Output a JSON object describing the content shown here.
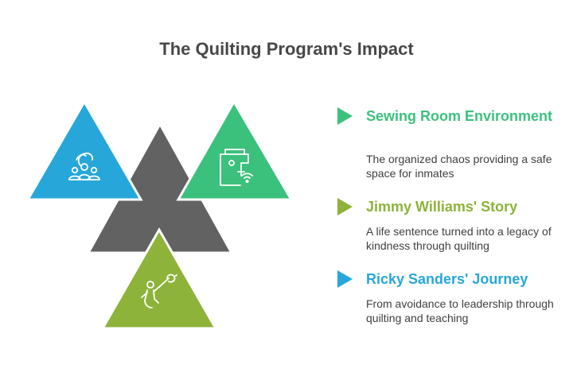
{
  "title": "The Quilting Program's Impact",
  "colors": {
    "blue": "#27a7d9",
    "green": "#3cc17d",
    "olive": "#8db33a",
    "gray": "#626262"
  },
  "icons": {
    "blue_triangle": "group-people-icon",
    "green_triangle": "sewing-machine-icon",
    "olive_triangle": "traveler-bindle-icon"
  },
  "items": [
    {
      "heading": "Sewing Room Environment",
      "description": "The organized chaos providing a safe space for inmates",
      "color": "#3cc17d"
    },
    {
      "heading": "Jimmy Williams' Story",
      "description": "A life sentence turned into a legacy of kindness through quilting",
      "color": "#8db33a"
    },
    {
      "heading": "Ricky Sanders' Journey",
      "description": "From avoidance to leadership through quilting and teaching",
      "color": "#27a7d9"
    }
  ]
}
